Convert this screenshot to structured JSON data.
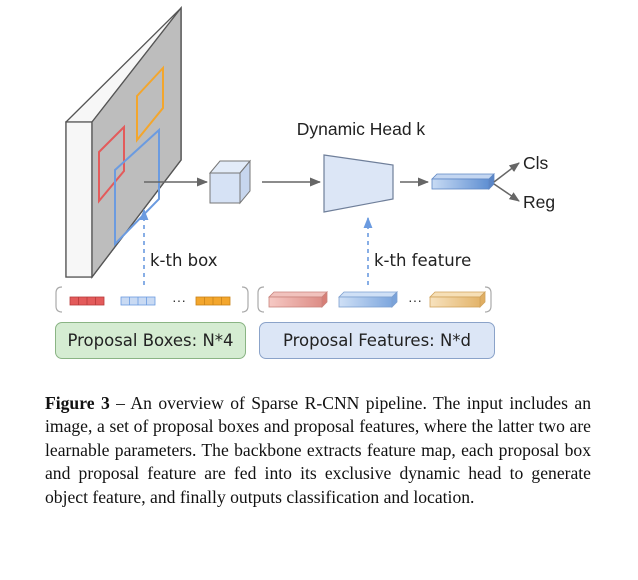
{
  "diagram": {
    "head_title": "Dynamic Head k",
    "cls_label": "Cls",
    "reg_label": "Reg",
    "kth_box_label": "k-th box",
    "kth_feature_label": "k-th feature",
    "ellipsis": "···",
    "proposal_boxes_label": "Proposal Boxes: N*4",
    "proposal_features_label": "Proposal Features: N*d",
    "colors": {
      "box_red": "#e35b5b",
      "box_blue": "#6b9be0",
      "box_orange": "#f3a62d",
      "box_green_fill": "#d5ecd2",
      "box_blue_fill": "#dce6f6",
      "arrow_gray": "#666666",
      "arrow_blue": "#6b9be0"
    }
  },
  "caption": {
    "label": "Figure 3",
    "dash": " – ",
    "text": "An overview of Sparse R-CNN pipeline. The input includes an image, a set of proposal boxes and proposal features, where the latter two are learnable parameters. The backbone extracts feature map, each proposal box and proposal feature are fed into its exclusive dynamic head to generate object feature, and finally outputs classification and location."
  }
}
